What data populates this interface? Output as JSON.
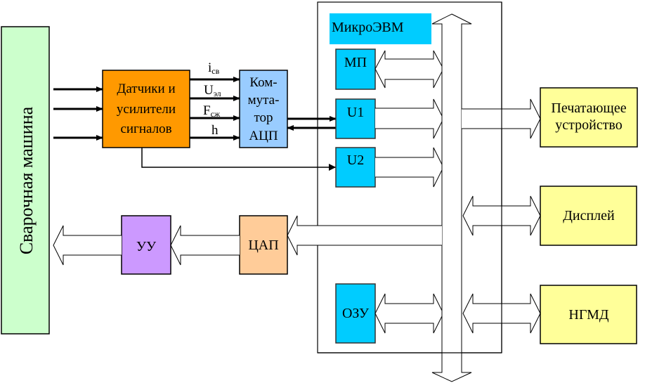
{
  "diagram": {
    "welding_machine": {
      "label": "Сварочная машина",
      "color": "#ccffcc"
    },
    "sensors": {
      "lines": [
        "Датчики и",
        "усилители",
        "сигналов"
      ],
      "color": "#ff9900"
    },
    "signals": [
      {
        "main": "i",
        "sub": "св"
      },
      {
        "main": "U",
        "sub": "эл"
      },
      {
        "main": "F",
        "sub": "сж"
      },
      {
        "main": "h",
        "sub": ""
      }
    ],
    "commutator": {
      "lines": [
        "Ком-",
        "мута-",
        "тор",
        "АЦП"
      ],
      "color": "#99ccff"
    },
    "microcomputer": {
      "title": "МикроЭВМ",
      "color": "#00ccff"
    },
    "mp": {
      "label": "МП",
      "color": "#00ccff"
    },
    "u1": {
      "label": "U1",
      "color": "#00ccff"
    },
    "u2": {
      "label": "U2",
      "color": "#00ccff"
    },
    "ozu": {
      "label": "ОЗУ",
      "color": "#00ccff"
    },
    "dac": {
      "label": "ЦАП",
      "color": "#ffcc99"
    },
    "control_unit": {
      "label": "УУ",
      "color": "#cc99ff"
    },
    "printer": {
      "lines": [
        "Печатающее",
        "устройство"
      ],
      "color": "#ffff99"
    },
    "display": {
      "label": "Дисплей",
      "color": "#ffff99"
    },
    "disk": {
      "label": "НГМД",
      "color": "#ffff99"
    }
  }
}
